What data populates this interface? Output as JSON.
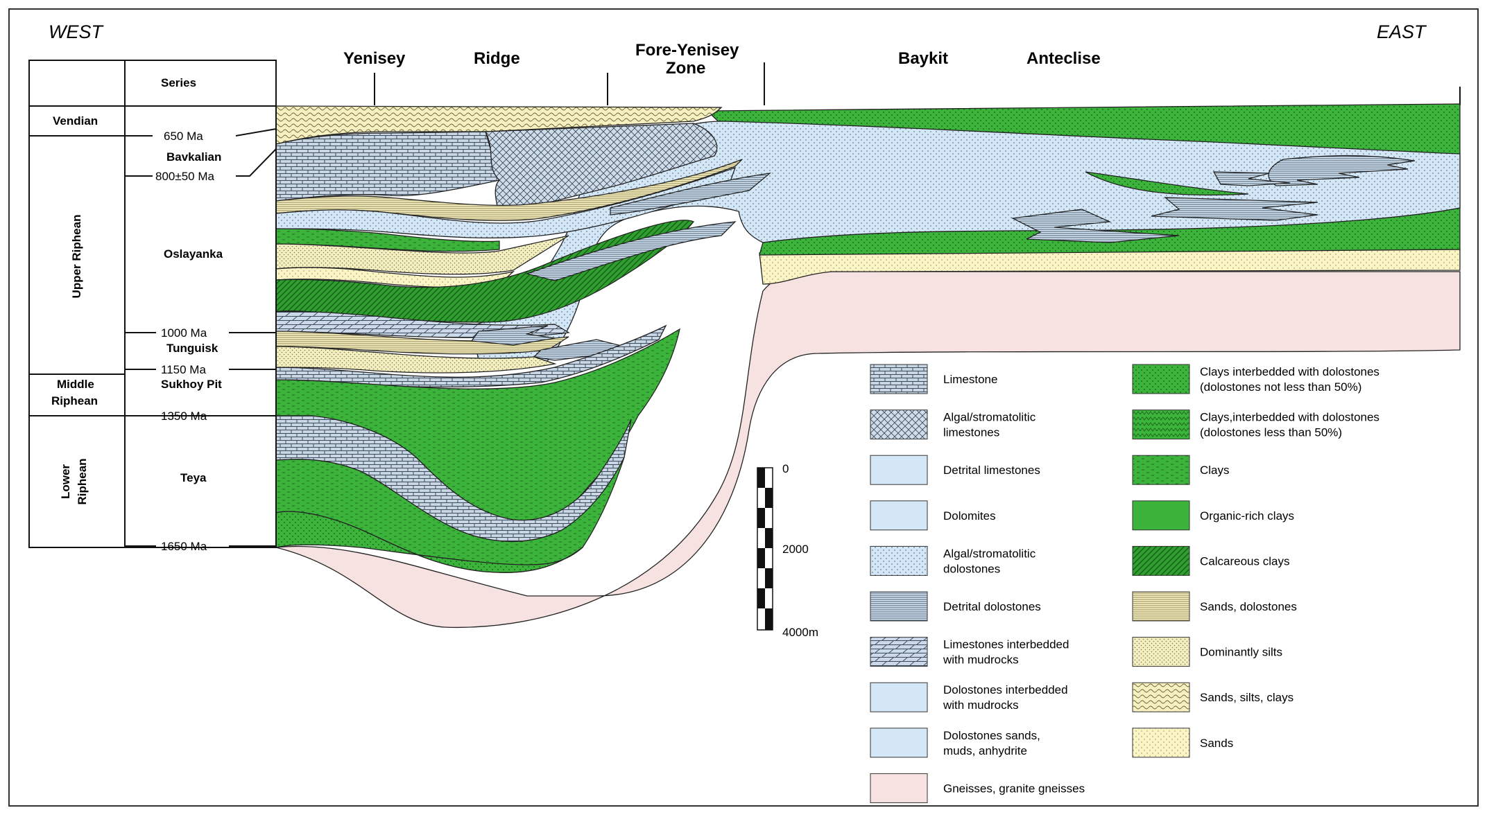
{
  "directions": {
    "west": "WEST",
    "east": "EAST"
  },
  "zones": {
    "yenisey": "Yenisey",
    "ridge": "Ridge",
    "fore_yenisey_1": "Fore-Yenisey",
    "fore_yenisey_2": "Zone",
    "baykit": "Baykit",
    "anteclise": "Anteclise"
  },
  "table": {
    "series_header": "Series",
    "systems": [
      {
        "label": [
          "Vendian"
        ]
      },
      {
        "label": [
          "Upper Riphean"
        ],
        "vertical": true
      },
      {
        "label": [
          "Middle",
          "Riphean"
        ]
      },
      {
        "label": [
          "Lower",
          "Riphean"
        ],
        "vertical": true
      }
    ],
    "series": [
      "Bavkalian",
      "Oslayanka",
      "Tunguisk",
      "Sukhoy Pit",
      "Teya"
    ],
    "ages": [
      "650 Ma",
      "800±50 Ma",
      "1000 Ma",
      "1150 Ma",
      "1350 Ma",
      "1650 Ma"
    ]
  },
  "scale": {
    "ticks": [
      "0",
      "2000",
      "4000m"
    ]
  },
  "legend": {
    "left": [
      {
        "lines": [
          "Limestone"
        ],
        "pattern": "limestone"
      },
      {
        "lines": [
          "Algal/stromatolitic",
          "limestones"
        ],
        "pattern": "algal-limestone"
      },
      {
        "lines": [
          "Detrital limestones"
        ],
        "pattern": "detrital-limestone"
      },
      {
        "lines": [
          "Dolomites"
        ],
        "pattern": "dolomites"
      },
      {
        "lines": [
          "Algal/stromatolitic",
          "dolostones"
        ],
        "pattern": "algal-dolostone"
      },
      {
        "lines": [
          "Detrital dolostones"
        ],
        "pattern": "detrital-dolostone"
      },
      {
        "lines": [
          "Limestones interbedded",
          "with mudrocks"
        ],
        "pattern": "limestone-mud"
      },
      {
        "lines": [
          "Dolostones interbedded",
          "with mudrocks"
        ],
        "pattern": "dolostone-mud"
      },
      {
        "lines": [
          "Dolostones sands,",
          "muds, anhydrite"
        ],
        "pattern": "dolostone-sands"
      },
      {
        "lines": [
          "Gneisses, granite gneisses"
        ],
        "pattern": "gneiss"
      }
    ],
    "right": [
      {
        "lines": [
          "Clays interbedded with dolostones",
          "(dolostones not less than 50%)"
        ],
        "pattern": "clay-dolo-high"
      },
      {
        "lines": [
          "Clays,interbedded with dolostones",
          "(dolostones less than 50%)"
        ],
        "pattern": "clay-dolo-low"
      },
      {
        "lines": [
          "Clays"
        ],
        "pattern": "clays"
      },
      {
        "lines": [
          "Organic-rich clays"
        ],
        "pattern": "organic-clays"
      },
      {
        "lines": [
          "Calcareous clays"
        ],
        "pattern": "calc-clays"
      },
      {
        "lines": [
          "Sands, dolostones"
        ],
        "pattern": "sand-dolo"
      },
      {
        "lines": [
          "Dominantly silts"
        ],
        "pattern": "silts"
      },
      {
        "lines": [
          "Sands, silts, clays"
        ],
        "pattern": "sand-silt-clay"
      },
      {
        "lines": [
          "Sands"
        ],
        "pattern": "sands"
      }
    ]
  },
  "colors": {
    "green": "#3cb43c",
    "blue": "#d4e7f7",
    "yellow": "#fbf5c6",
    "pink": "#f6e2e1"
  }
}
